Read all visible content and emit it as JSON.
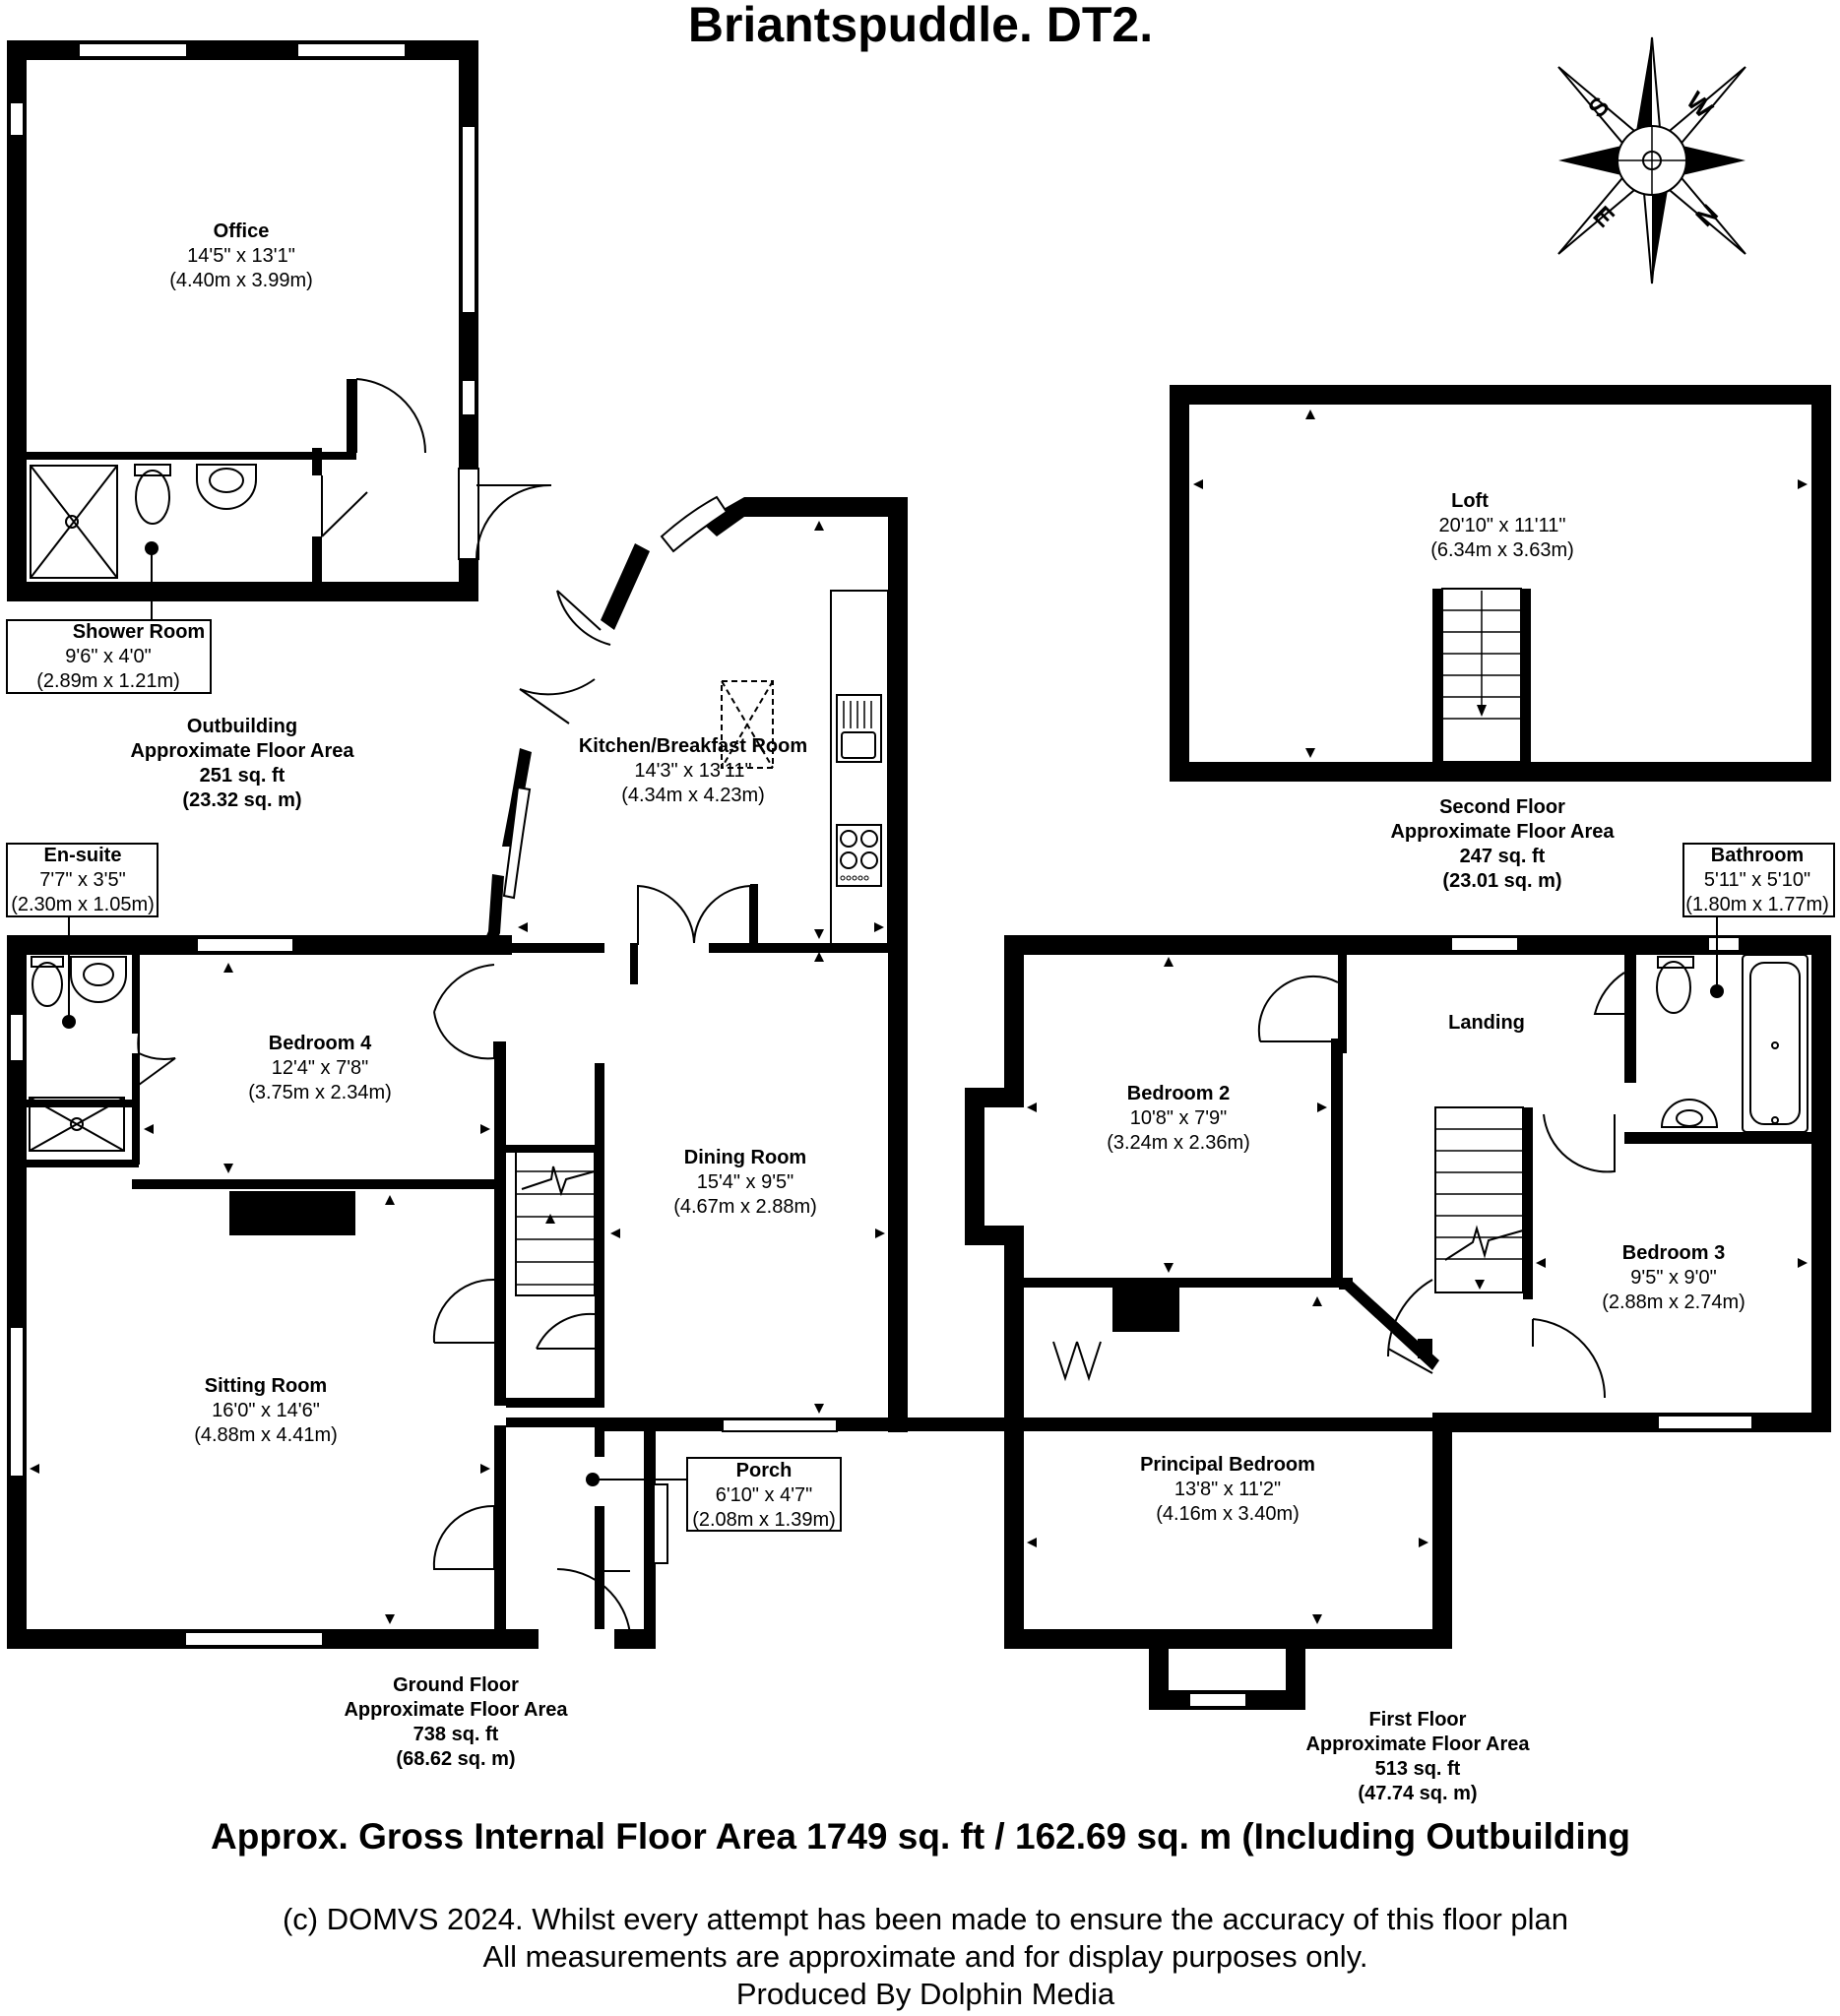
{
  "title": "Briantspuddle. DT2.",
  "compass": {
    "n": "N",
    "e": "E",
    "s": "S",
    "w": "W"
  },
  "rooms": {
    "office": {
      "name": "Office",
      "imperial": "14'5\" x 13'1\"",
      "metric": "(4.40m x 3.99m)"
    },
    "shower_room": {
      "name": "Shower Room",
      "imperial": "9'6\" x 4'0\"",
      "metric": "(2.89m x 1.21m)"
    },
    "kitchen": {
      "name": "Kitchen/Breakfast Room",
      "imperial": "14'3\" x 13'11\"",
      "metric": "(4.34m x 4.23m)"
    },
    "loft": {
      "name": "Loft",
      "imperial": "20'10\" x 11'11\"",
      "metric": "(6.34m x 3.63m)"
    },
    "ensuite": {
      "name": "En-suite",
      "imperial": "7'7\" x 3'5\"",
      "metric": "(2.30m x 1.05m)"
    },
    "bathroom": {
      "name": "Bathroom",
      "imperial": "5'11\" x 5'10\"",
      "metric": "(1.80m x 1.77m)"
    },
    "bedroom4": {
      "name": "Bedroom 4",
      "imperial": "12'4\" x 7'8\"",
      "metric": "(3.75m x 2.34m)"
    },
    "dining": {
      "name": "Dining Room",
      "imperial": "15'4\" x 9'5\"",
      "metric": "(4.67m x 2.88m)"
    },
    "bedroom2": {
      "name": "Bedroom 2",
      "imperial": "10'8\" x 7'9\"",
      "metric": "(3.24m x 2.36m)"
    },
    "landing": {
      "name": "Landing"
    },
    "bedroom3": {
      "name": "Bedroom 3",
      "imperial": "9'5\" x 9'0\"",
      "metric": "(2.88m x 2.74m)"
    },
    "sitting": {
      "name": "Sitting Room",
      "imperial": "16'0\" x 14'6\"",
      "metric": "(4.88m x 4.41m)"
    },
    "porch": {
      "name": "Porch",
      "imperial": "6'10\" x 4'7\"",
      "metric": "(2.08m x 1.39m)"
    },
    "principal": {
      "name": "Principal Bedroom",
      "imperial": "13'8\" x 11'2\"",
      "metric": "(4.16m x 3.40m)"
    }
  },
  "floors": {
    "outbuilding": {
      "name": "Outbuilding",
      "label": "Approximate Floor Area",
      "sqft": "251 sq. ft",
      "sqm": "(23.32 sq. m)"
    },
    "second": {
      "name": "Second Floor",
      "label": "Approximate Floor Area",
      "sqft": "247 sq. ft",
      "sqm": "(23.01 sq. m)"
    },
    "ground": {
      "name": "Ground Floor",
      "label": "Approximate Floor Area",
      "sqft": "738 sq. ft",
      "sqm": "(68.62 sq. m)"
    },
    "first": {
      "name": "First Floor",
      "label": "Approximate Floor Area",
      "sqft": "513 sq. ft",
      "sqm": "(47.74 sq. m)"
    }
  },
  "gross_area": "Approx. Gross Internal Floor Area 1749 sq. ft / 162.69 sq. m (Including Outbuilding",
  "footer": {
    "line1": "(c) DOMVS 2024. Whilst every attempt has been made to ensure the accuracy of this floor plan",
    "line2": "All measurements are approximate and for display purposes only.",
    "line3": "Produced By Dolphin Media"
  }
}
